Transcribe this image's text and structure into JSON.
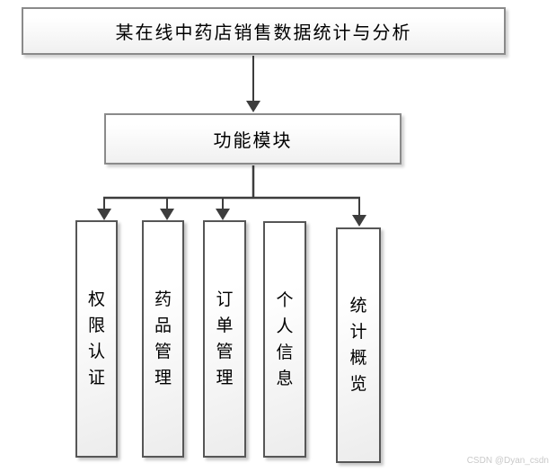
{
  "diagram": {
    "title_box": {
      "label": "某在线中药店销售数据统计与分析"
    },
    "root_box": {
      "label": "功能模块"
    },
    "modules": [
      {
        "label": "权限认证"
      },
      {
        "label": "药品管理"
      },
      {
        "label": "订单管理"
      },
      {
        "label": "个人信息"
      },
      {
        "label": "统计概览"
      }
    ],
    "colors": {
      "connector": "#3d3d3d",
      "outer_box_border": "#8a8a8a",
      "module_box_border": "#565656",
      "box_fill_top": "#ffffff",
      "box_fill_bottom": "#ececec",
      "watermark": "#c9c9c9"
    }
  },
  "watermark": {
    "text": "CSDN @Dyan_csdn"
  }
}
